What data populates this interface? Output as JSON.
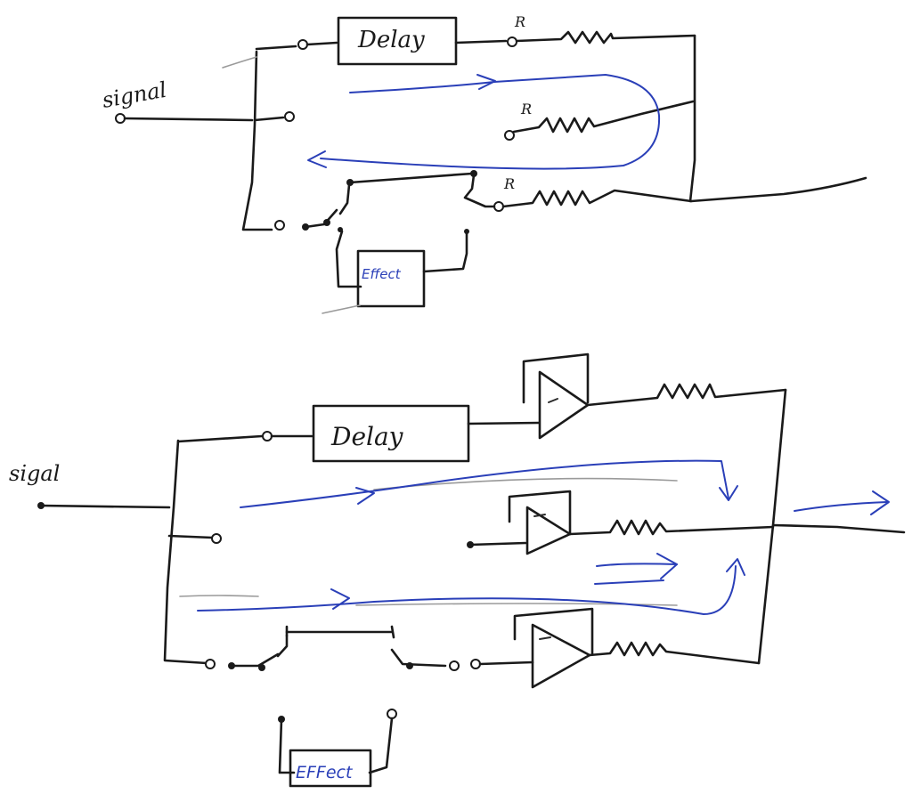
{
  "top_diagram": {
    "signal_label": "signal",
    "delay_label": "Delay",
    "effect_label": "Effect",
    "resistor_label": "R"
  },
  "bottom_diagram": {
    "signal_label": "sigal",
    "delay_label": "Delay",
    "effect_label": "EFFect"
  },
  "colors": {
    "ink": "#1a1a1a",
    "flow_arrows": "#2a3fb8"
  }
}
